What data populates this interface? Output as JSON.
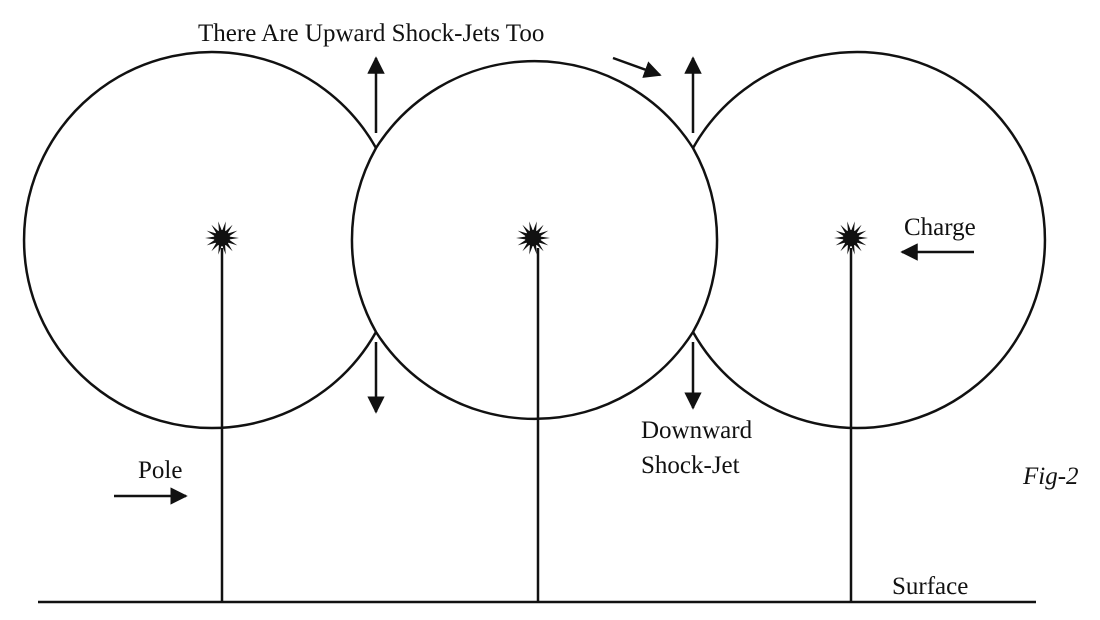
{
  "labels": {
    "upward": "There Are Upward Shock-Jets Too",
    "charge": "Charge",
    "downward_line1": "Downward",
    "downward_line2": "Shock-Jet",
    "pole": "Pole",
    "figure": "Fig-2",
    "surface": "Surface"
  },
  "colors": {
    "ink": "#111111",
    "background": "#ffffff"
  }
}
